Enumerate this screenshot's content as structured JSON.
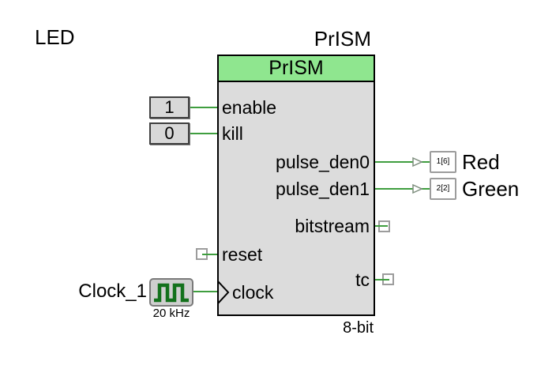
{
  "page_label": "LED",
  "component": {
    "instance_label": "PrISM",
    "header_label": "PrISM",
    "width_label": "8-bit",
    "ports": {
      "enable": "enable",
      "kill": "kill",
      "pulse_den0": "pulse_den0",
      "pulse_den1": "pulse_den1",
      "bitstream": "bitstream",
      "reset": "reset",
      "tc": "tc",
      "clock": "clock"
    }
  },
  "logic_sources": {
    "high": {
      "value": "1",
      "connected_port": "enable"
    },
    "low": {
      "value": "0",
      "connected_port": "kill"
    }
  },
  "output_pins": {
    "red": {
      "assignment": "1[6]",
      "label": "Red"
    },
    "green": {
      "assignment": "2[2]",
      "label": "Green"
    }
  },
  "clock_source": {
    "name": "Clock_1",
    "frequency": "20 kHz"
  },
  "colors": {
    "header_bg": "#8fe68f",
    "body_bg": "#dcdcdc",
    "wire_green": "#3f9e3f",
    "clock_wave_green": "#13711c",
    "terminal_border": "#9c9c9c"
  }
}
